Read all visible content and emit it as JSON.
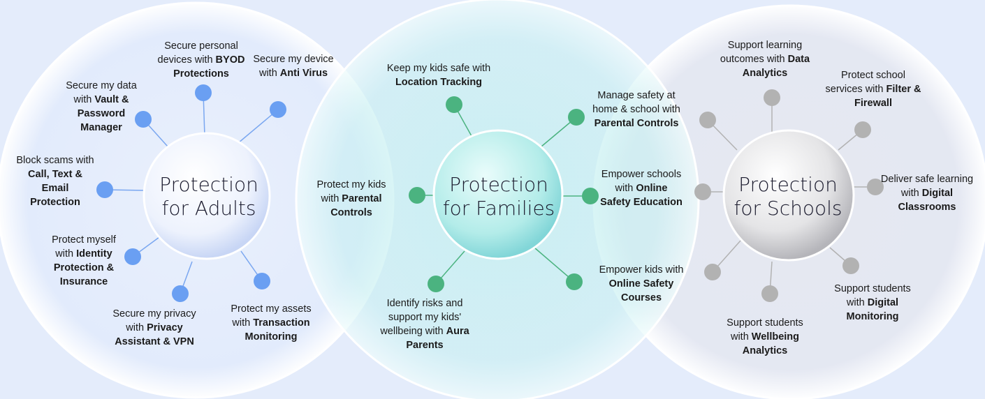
{
  "hubs": {
    "adults": {
      "line1": "Protection",
      "line2": "for Adults",
      "node_color": "#6a9ff2"
    },
    "families": {
      "line1": "Protection",
      "line2": "for Families",
      "node_color": "#4bb380"
    },
    "schools": {
      "line1": "Protection",
      "line2": "for Schools",
      "node_color": "#b2b2b2"
    }
  },
  "adults": [
    {
      "pre": "Secure personal devices with ",
      "bold": "BYOD Protections"
    },
    {
      "pre": "Secure my device with ",
      "bold": "Anti Virus"
    },
    {
      "pre": "Secure my data with ",
      "bold": "Vault & Password Manager"
    },
    {
      "pre": "Block scams with ",
      "bold": "Call, Text & Email Protection"
    },
    {
      "pre": "Protect myself with ",
      "bold": "Identity Protection & Insurance"
    },
    {
      "pre": "Secure my privacy with ",
      "bold": "Privacy Assistant & VPN"
    },
    {
      "pre": "Protect my assets with ",
      "bold": "Transaction Monitoring"
    }
  ],
  "families": [
    {
      "pre": "Keep my kids safe with ",
      "bold": "Location Tracking"
    },
    {
      "pre": "Manage safety at home & school with ",
      "bold": "Parental Controls"
    },
    {
      "pre": "Protect my kids with ",
      "bold": "Parental Controls"
    },
    {
      "pre": "Empower schools with ",
      "bold": "Online Safety Education"
    },
    {
      "pre": "Empower kids with ",
      "bold": "Online Safety Courses"
    },
    {
      "pre": "Identify risks and support my kids' wellbeing with ",
      "bold": "Aura Parents"
    }
  ],
  "schools": [
    {
      "pre": "Support learning outcomes with ",
      "bold": "Data Analytics"
    },
    {
      "pre": "Protect school services with ",
      "bold": "Filter & Firewall"
    },
    {
      "pre": "Deliver safe learning with ",
      "bold": "Digital Classrooms"
    },
    {
      "pre": "Support students with ",
      "bold": "Digital Monitoring"
    },
    {
      "pre": "Support students with ",
      "bold": "Wellbeing Analytics"
    }
  ]
}
